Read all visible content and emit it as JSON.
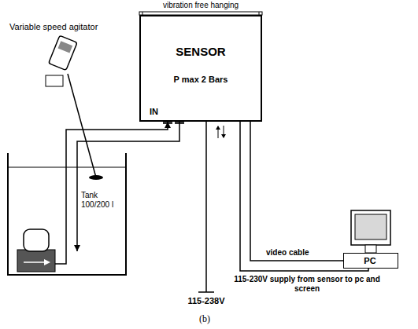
{
  "diagram": {
    "caption": "(b)",
    "nodes": [
      {
        "text": [
          "SENSOR",
          "P max 2 Bars"
        ]
      },
      {
        "text": [
          "Tank 100/200 l"
        ]
      },
      {
        "text": [
          "PC"
        ]
      }
    ],
    "edges": [
      {
        "from": 1,
        "to": 0,
        "arrow": "to"
      },
      {
        "from": 0,
        "to": 1,
        "arrow": "to"
      },
      {
        "from": 0,
        "to": 2,
        "label": "video cable",
        "arrow": "none"
      }
    ],
    "labels": [
      "vibration free hanging",
      "IN",
      "Variable speed agitator",
      "115-230V supply from sensor to pc and screen",
      "115-238V"
    ]
  }
}
